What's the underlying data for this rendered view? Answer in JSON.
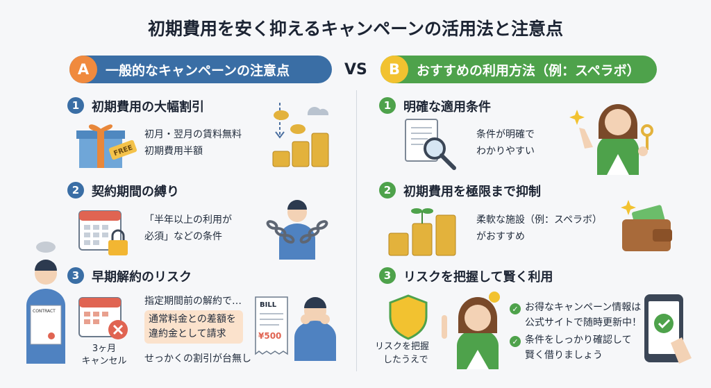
{
  "title": "初期費用を安く抑えるキャンペーンの活用法と注意点",
  "vs": "VS",
  "left": {
    "badge": "A",
    "heading": "一般的なキャンペーンの注意点",
    "items": [
      {
        "num": "1",
        "title": "初期費用の大幅割引",
        "lines": [
          "初月・翌月の賃料無料",
          "初期費用半額"
        ],
        "tag": "FREE"
      },
      {
        "num": "2",
        "title": "契約期間の縛り",
        "lines": [
          "「半年以上の利用が",
          "必須」などの条件"
        ]
      },
      {
        "num": "3",
        "title": "早期解約のリスク",
        "lines": [
          "指定期間前の解約で…"
        ],
        "bubble": [
          "通常料金との差額を",
          "違約金として請求"
        ],
        "footer": "せっかくの割引が台無し",
        "cancel_caption": [
          "3ヶ月",
          "キャンセル"
        ],
        "contract": "CONTRACT",
        "bill": "BILL",
        "bill_amount": "¥500"
      }
    ]
  },
  "right": {
    "badge": "B",
    "heading": "おすすめの利用方法（例：スペラボ）",
    "items": [
      {
        "num": "1",
        "title": "明確な適用条件",
        "lines": [
          "条件が明確で",
          "わかりやすい"
        ]
      },
      {
        "num": "2",
        "title": "初期費用を極限まで抑制",
        "lines": [
          "柔軟な施設（例：スペラボ）",
          "がおすすめ"
        ]
      },
      {
        "num": "3",
        "title": "リスクを把握して賢く利用",
        "shield_caption": [
          "リスクを把握",
          "したうえで"
        ],
        "checks": [
          [
            "お得なキャンペーン情報は",
            "公式サイトで随時更新中！"
          ],
          [
            "条件をしっかり確認して",
            "賢く借りましょう"
          ]
        ]
      }
    ]
  },
  "colors": {
    "blue": "#3a6ea5",
    "green": "#4ea24b",
    "orange": "#f08a3e",
    "yellow": "#f2c230",
    "peach": "#fbe2cc"
  },
  "icons": [
    "gift-icon",
    "coins-icon",
    "calendar-lock-icon",
    "chained-person-icon",
    "worried-person-icon",
    "calendar-cancel-icon",
    "bill-icon",
    "document-search-icon",
    "woman-key-icon",
    "coin-plant-icon",
    "wallet-icon",
    "shield-icon",
    "woman-pointing-icon",
    "phone-check-icon"
  ]
}
